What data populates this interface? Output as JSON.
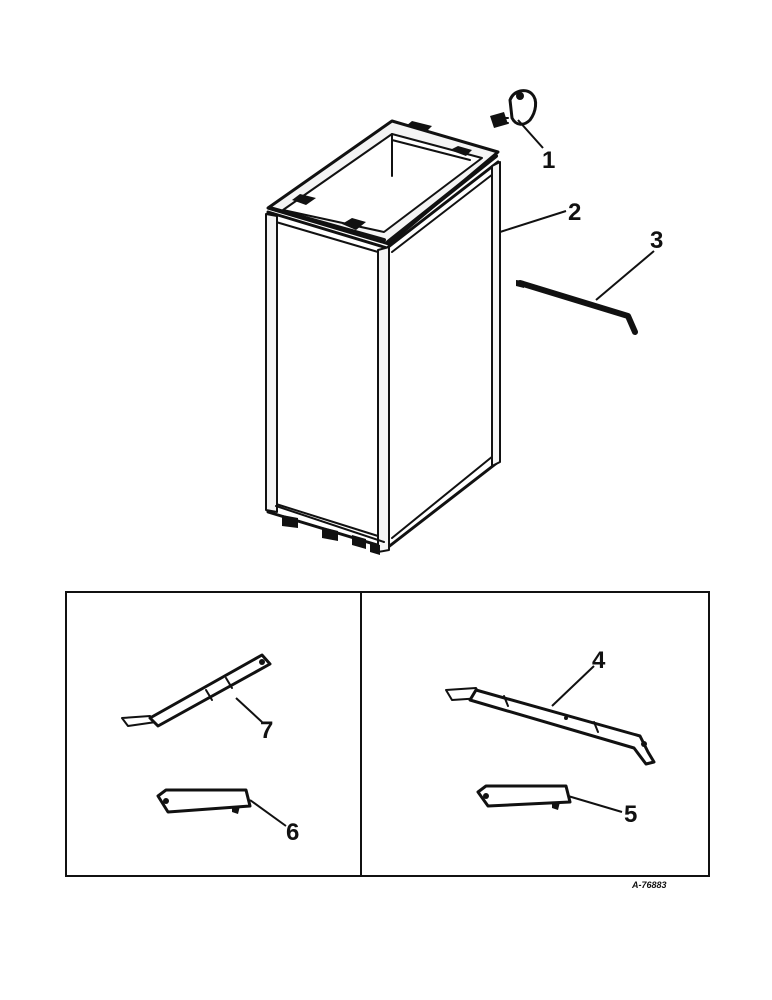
{
  "diagram": {
    "callouts": [
      {
        "id": "callout-1",
        "label": "1"
      },
      {
        "id": "callout-2",
        "label": "2"
      },
      {
        "id": "callout-3",
        "label": "3"
      },
      {
        "id": "callout-4",
        "label": "4"
      },
      {
        "id": "callout-5",
        "label": "5"
      },
      {
        "id": "callout-6",
        "label": "6"
      },
      {
        "id": "callout-7",
        "label": "7"
      }
    ],
    "document_id": "A-76883"
  }
}
